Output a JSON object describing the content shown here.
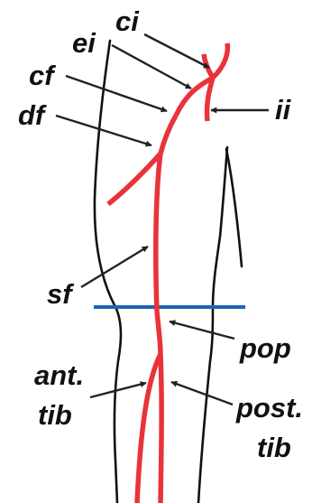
{
  "colors": {
    "artery": "#e8333a",
    "outline": "#111111",
    "arrow": "#222222",
    "knee_line": "#1f64b4"
  },
  "labels": {
    "ci": "ci",
    "ei": "ei",
    "ii": "ii",
    "cf": "cf",
    "df": "df",
    "sf": "sf",
    "pop": "pop",
    "ant_line1": "ant.",
    "ant_line2": "tib",
    "post_line1": "post.",
    "post_line2": "tib"
  }
}
